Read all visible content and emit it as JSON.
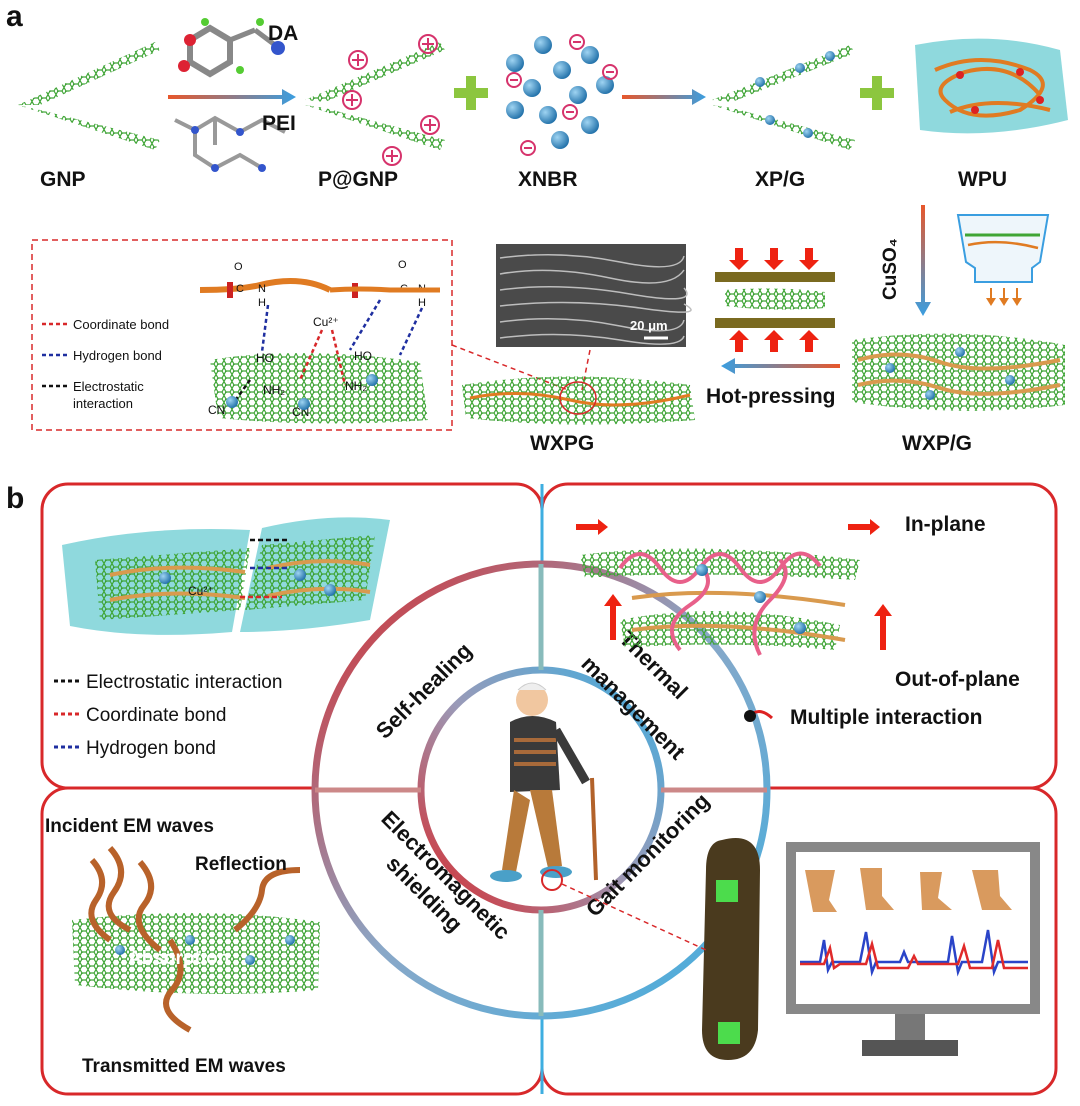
{
  "panel_a": {
    "label": "a",
    "labels": {
      "gnp": "GNP",
      "da": "DA",
      "pei": "PEI",
      "pgnp": "P@GNP",
      "xnbr": "XNBR",
      "xpg": "XP/G",
      "wpu": "WPU",
      "cuso4": "CuSO₄",
      "hot_pressing": "Hot-pressing",
      "wxpg": "WXPG",
      "wxp_g": "WXP/G",
      "scale": "20 μm"
    },
    "legend": {
      "coordinate": "Coordinate bond",
      "hydrogen": "Hydrogen bond",
      "electrostatic_1": "Electrostatic",
      "electrostatic_2": "interaction"
    },
    "chem": {
      "o": "O",
      "c": "C",
      "n": "N",
      "h": "H",
      "cu": "Cu²⁺",
      "ho": "HO",
      "nh2": "NH₂",
      "cn": "CN"
    }
  },
  "panel_b": {
    "label": "b",
    "quadrants": {
      "self_healing": "Self-healing",
      "thermal_1": "Thermal",
      "thermal_2": "management",
      "em_1": "Electromagnetic",
      "em_2": "shielding",
      "gait": "Gait monitoring"
    },
    "self_healing_legend": [
      "Electrostatic interaction",
      "Coordinate bond",
      "Hydrogen bond"
    ],
    "cu_label": "Cu²⁺",
    "thermal": {
      "in_plane": "In-plane",
      "out_of_plane": "Out-of-plane",
      "multiple": "Multiple interaction"
    },
    "em": {
      "incident": "Incident EM waves",
      "reflection": "Reflection",
      "absorption": "Absorption",
      "transmitted": "Transmitted EM waves"
    }
  },
  "colors": {
    "red": "#d8282a",
    "blue": "#3eaee0",
    "green": "#3fa535",
    "orange": "#d98a2e",
    "cyan": "#8fd9dd"
  }
}
